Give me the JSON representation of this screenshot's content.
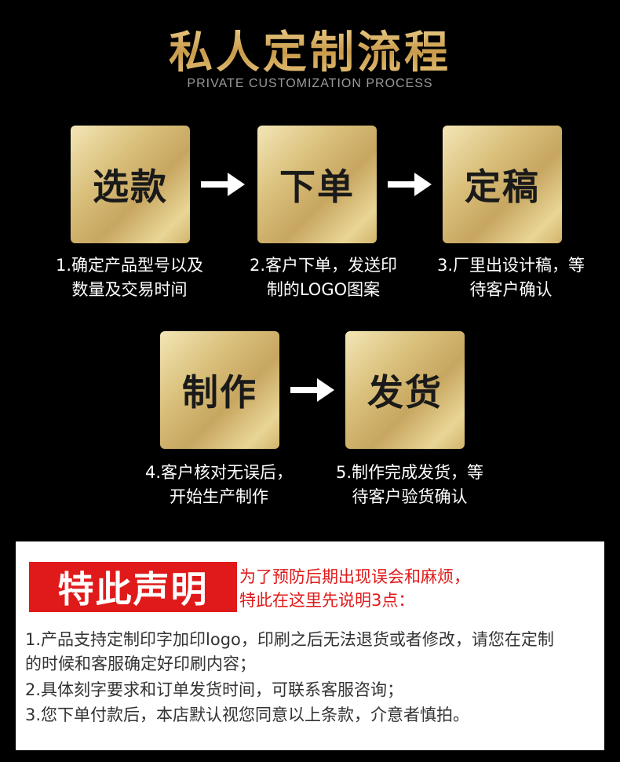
{
  "header": {
    "title": "私人定制流程",
    "subtitle": "PRIVATE CUSTOMIZATION PROCESS"
  },
  "steps": [
    {
      "label": "选款",
      "caption_line1": "1.确定产品型号以及",
      "caption_line2": "数量及交易时间"
    },
    {
      "label": "下单",
      "caption_line1": "2.客户下单，发送印",
      "caption_line2": "制的LOGO图案"
    },
    {
      "label": "定稿",
      "caption_line1": "3.厂里出设计稿，等",
      "caption_line2": "待客户确认"
    },
    {
      "label": "制作",
      "caption_line1": "4.客户核对无误后，",
      "caption_line2": "开始生产制作"
    },
    {
      "label": "发货",
      "caption_line1": "5.制作完成发货，等",
      "caption_line2": "待客户验货确认"
    }
  ],
  "notice": {
    "badge": "特此声明",
    "intro_line1": "为了预防后期出现误会和麻烦，",
    "intro_line2": "特此在这里先说明3点：",
    "lines": [
      "1.产品支持定制印字加印logo，印刷之后无法退货或者修改，请您在定制",
      "的时候和客服确定好印刷内容；",
      "2.具体刻字要求和订单发货时间，可联系客服咨询；",
      "3.您下单付款后，本店默认视您同意以上条款，介意者慎拍。"
    ]
  },
  "colors": {
    "background": "#000000",
    "gold": "#d9b56b",
    "notice_red": "#e01a1a"
  },
  "icons": [
    "right-arrow-icon"
  ]
}
